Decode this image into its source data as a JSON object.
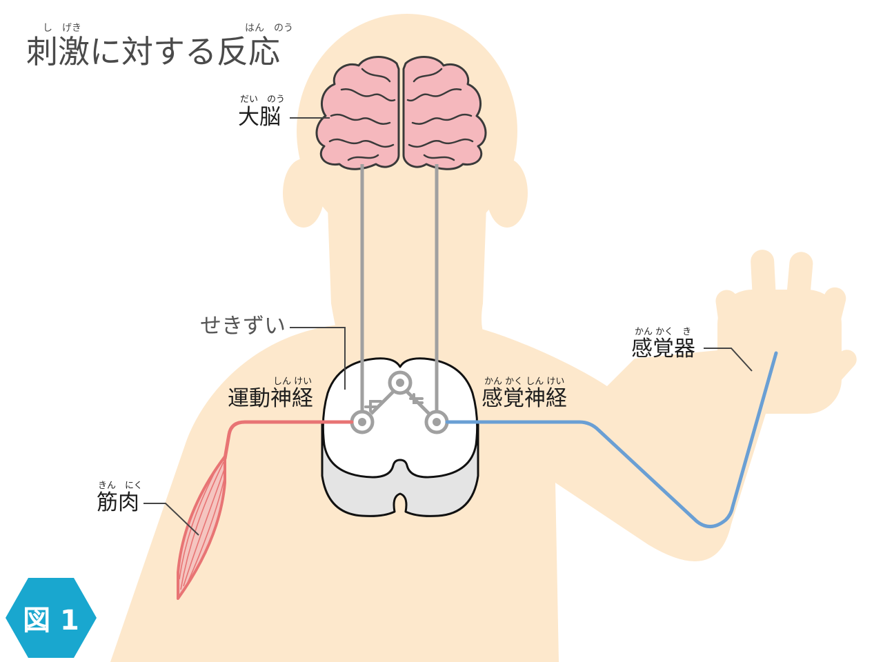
{
  "title": {
    "text": "刺激に対する反応",
    "ruby_shigeki": "し　げき",
    "ruby_hannou": "はん　のう"
  },
  "labels": {
    "brain": {
      "text": "大脳",
      "ruby": "だい　のう"
    },
    "spinal_cord": {
      "text": "せきずい"
    },
    "motor_nerve": {
      "text": "運動神経",
      "ruby": "しん けい"
    },
    "sensory_nerve": {
      "text": "感覚神経",
      "ruby": "かん かく しん けい"
    },
    "receptor": {
      "text": "感覚器",
      "ruby": "かん かく　き"
    },
    "muscle": {
      "text": "筋肉",
      "ruby": "きん　にく"
    }
  },
  "figure_badge": "図 1",
  "colors": {
    "body": "#fde8cc",
    "brain_fill": "#f5b8bd",
    "brain_stroke": "#3a3a3a",
    "motor_nerve": "#e87474",
    "sensory_nerve": "#6a9fd4",
    "neuron": "#a0a0a0",
    "spinal_white": "#ffffff",
    "spinal_grey": "#e4e4e4",
    "badge": "#19a7cf"
  }
}
